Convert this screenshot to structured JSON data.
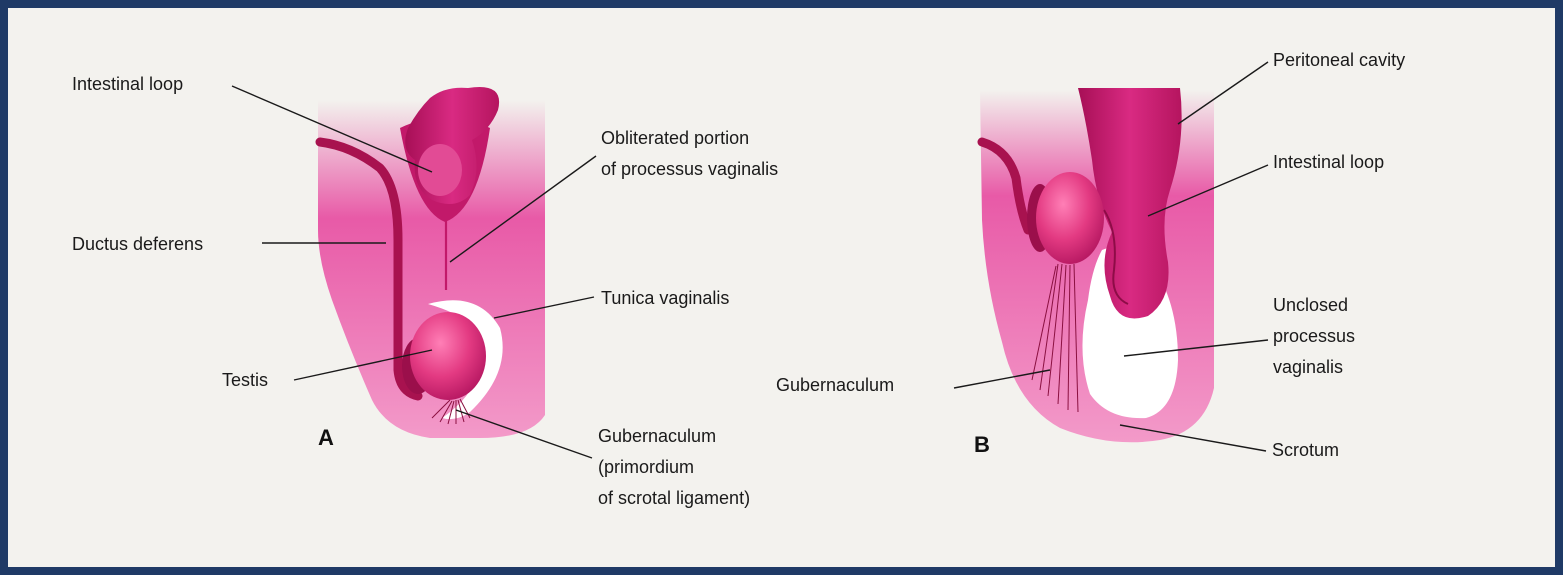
{
  "panel_a": {
    "letter": "A",
    "labels": {
      "intestinal_loop": "Intestinal loop",
      "obliterated_1": "Obliterated portion",
      "obliterated_2": "of processus vaginalis",
      "ductus_deferens": "Ductus deferens",
      "tunica_vaginalis": "Tunica vaginalis",
      "testis": "Testis",
      "gubernaculum_1": "Gubernaculum",
      "gubernaculum_2": "(primordium",
      "gubernaculum_3": "of scrotal ligament)"
    }
  },
  "panel_b": {
    "letter": "B",
    "labels": {
      "peritoneal_cavity": "Peritoneal cavity",
      "intestinal_loop": "Intestinal loop",
      "unclosed_1": "Unclosed",
      "unclosed_2": "processus",
      "unclosed_3": "vaginalis",
      "gubernaculum": "Gubernaculum",
      "scrotum": "Scrotum"
    }
  },
  "colors": {
    "frame": "#1f3a66",
    "paper": "#f3f2ee",
    "tissue_pink": "#f39ac9",
    "deep_magenta": "#c8186f",
    "testis": "#e2357f",
    "ductus": "#a8124f"
  }
}
